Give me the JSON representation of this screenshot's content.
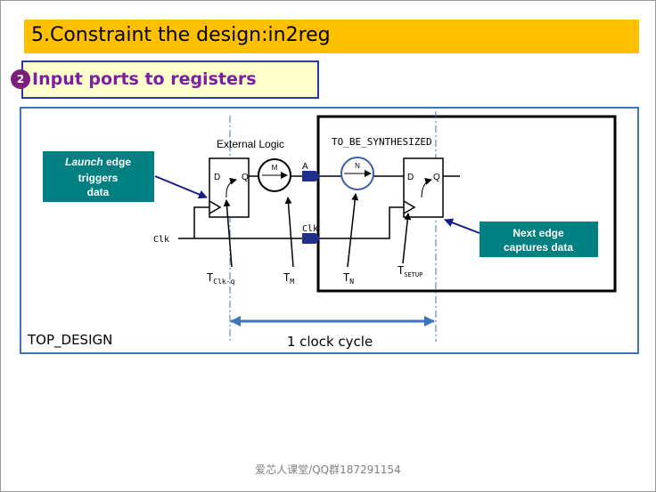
{
  "slide": {
    "title": "5.Constraint the design:in2reg",
    "badge": "2",
    "subtitle": "Input ports to registers",
    "footer": "爱芯人课堂/QQ群187291154"
  },
  "diagram": {
    "external_logic": "External Logic",
    "to_be_synthesized": "TO_BE_SYNTHESIZED",
    "top_design": "TOP_DESIGN",
    "clock_cycle": "1 clock cycle",
    "clk_left": "Clk",
    "clk_right": "Clk",
    "port_a": "A",
    "ff1_d": "D",
    "ff1_q": "Q",
    "ff2_d": "D",
    "ff2_q": "Q",
    "circle_m": "M",
    "circle_n": "N",
    "launch_word": "Launch",
    "launch_rest": "edge",
    "launch_line2": "triggers",
    "launch_line3": "data",
    "next_line1": "Next edge",
    "next_line2": "captures data",
    "t_clkq_main": "T",
    "t_clkq_sub": "Clk-q",
    "t_m_main": "T",
    "t_m_sub": "M",
    "t_n_main": "T",
    "t_n_sub": "N",
    "t_setup_main": "T",
    "t_setup_sub": "SETUP"
  },
  "colors": {
    "title_bg": "#ffc000",
    "subtitle_bg": "#ffffcc",
    "subtitle_text": "#7b1fa2",
    "callout_bg": "#008080",
    "frame_blue": "#3f74b8",
    "navy": "#1a1a8c"
  }
}
